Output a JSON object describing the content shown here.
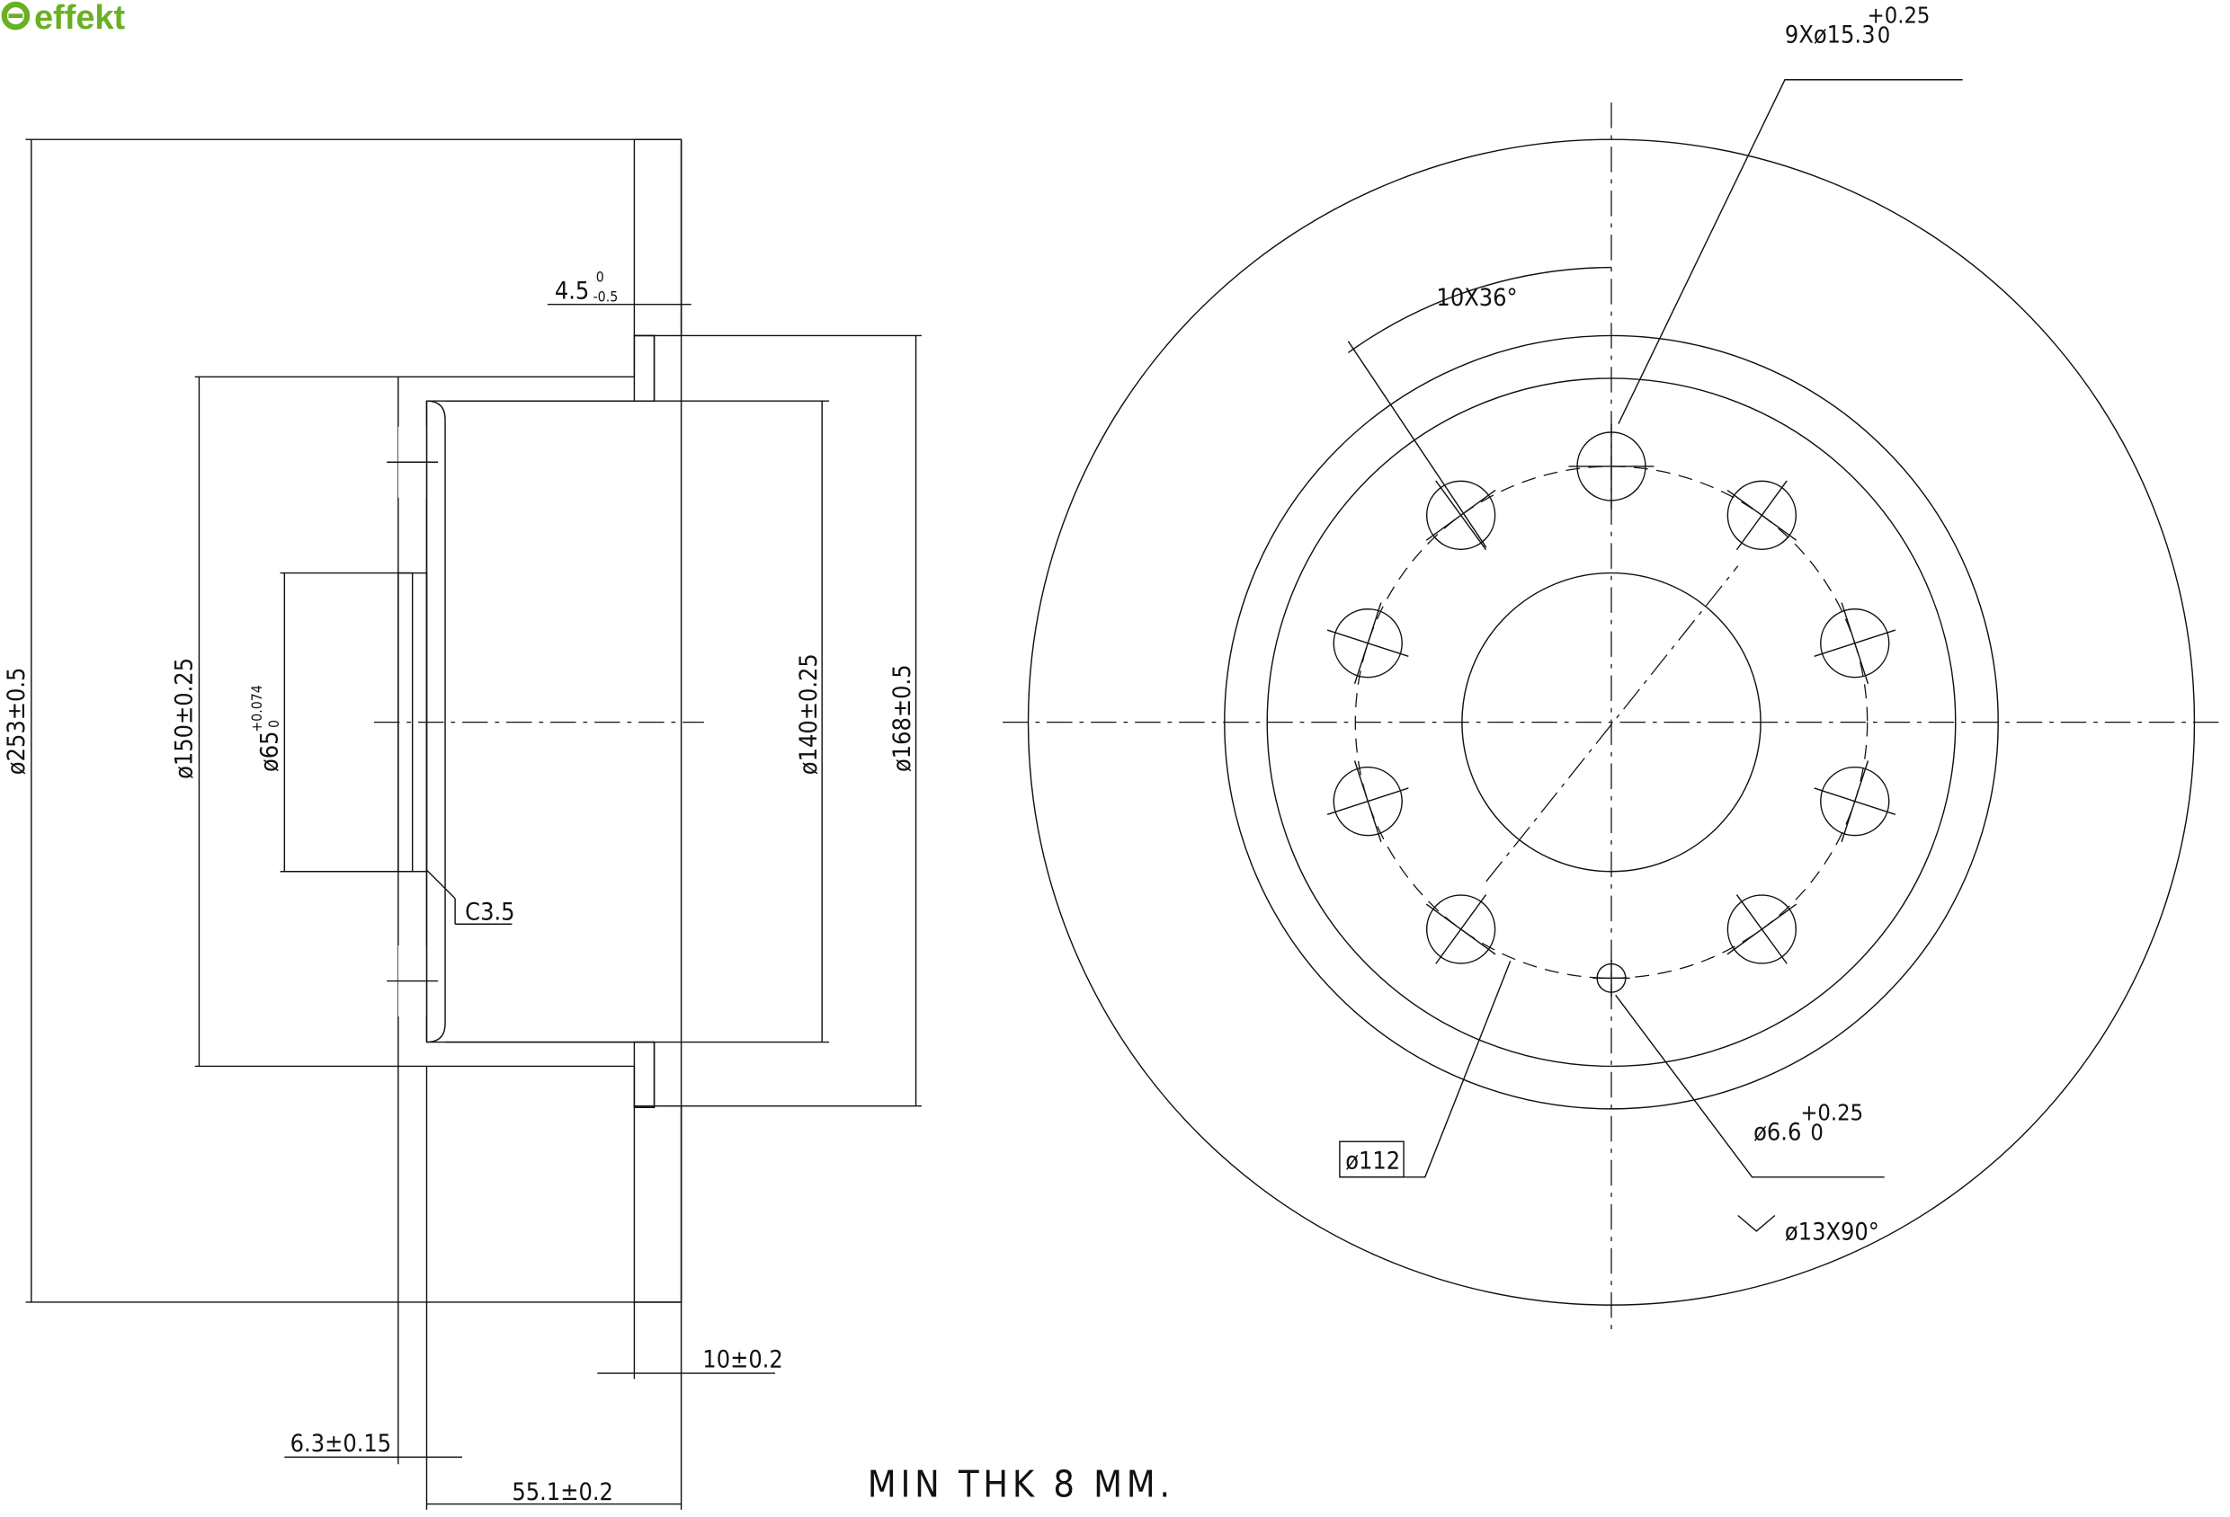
{
  "logo": {
    "text": "effekt",
    "color": "#6ab023"
  },
  "side_view": {
    "flange_thickness": "4.5",
    "flange_tol_upper": "0",
    "flange_tol_lower": "-0.5",
    "outer_diameter": "ø253±0.5",
    "hat_diameter": "ø150±0.25",
    "center_bore": "ø65",
    "center_bore_tol_upper": "+0.074",
    "center_bore_tol_lower": "0",
    "inner_diameter": "ø140±0.25",
    "friction_inner_diameter": "ø168±0.5",
    "chamfer": "C3.5",
    "disc_thickness": "10±0.2",
    "hub_thickness": "6.3±0.15",
    "overall_height": "55.1±0.2"
  },
  "front_view": {
    "angle_spacing": "10X36°",
    "holes": "9Xø15.3",
    "holes_tol_upper": "+0.25",
    "holes_tol_lower": "0",
    "pcd": "ø112",
    "small_hole": "ø6.6",
    "small_hole_tol_upper": "+0.25",
    "small_hole_tol_lower": "0",
    "countersink": "ø13X90°"
  },
  "note": "MIN THK 8 MM."
}
